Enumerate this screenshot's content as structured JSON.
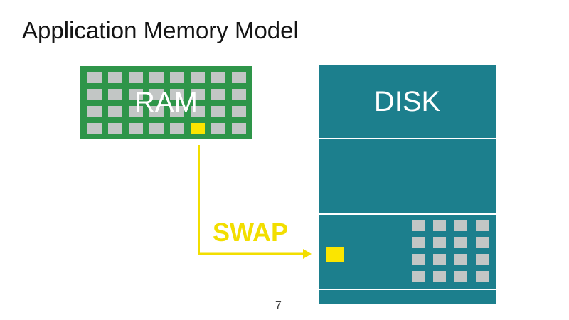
{
  "title": "Application Memory Model",
  "page_number": "7",
  "ram": {
    "label": "RAM",
    "grid": {
      "rows": 4,
      "cols": 8,
      "cell_name": "ram-page-cell",
      "highlight": {
        "row": 3,
        "col": 5
      },
      "highlight_name": "ram-swapped-page-cell"
    }
  },
  "disk": {
    "label": "DISK",
    "sections": 4,
    "grid": {
      "rows": 4,
      "cols": 4,
      "cell_name": "disk-page-cell"
    }
  },
  "swap": {
    "label": "SWAP"
  },
  "colors": {
    "ram_green": "#2e9549",
    "disk_teal": "#1c7f8d",
    "cell_gray": "#c2c6c5",
    "page_yellow": "#fbe500",
    "swap_yellow": "#f2de00",
    "title_color": "#141414",
    "page_number_color": "#3c3c3c"
  }
}
